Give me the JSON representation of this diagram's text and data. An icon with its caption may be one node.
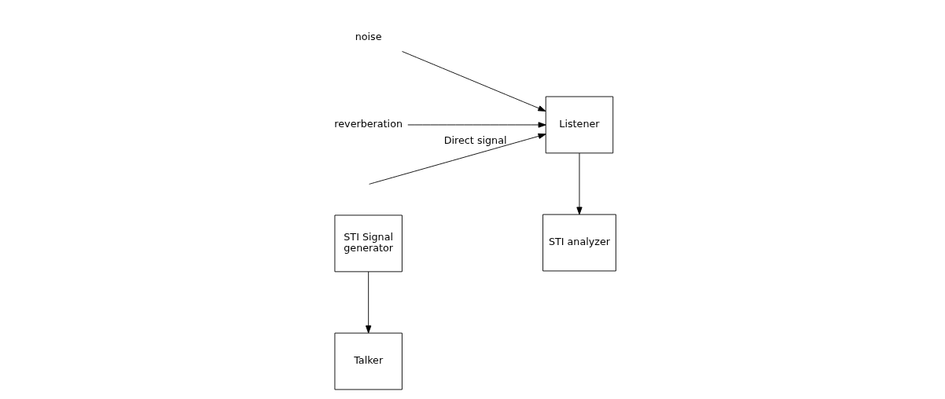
{
  "diagram": {
    "nodes": [
      {
        "text": [
          "Talker"
        ]
      },
      {
        "text": [
          "STI Signal generator"
        ]
      },
      {
        "text": [
          "Listener"
        ]
      },
      {
        "text": [
          "STI analyzer"
        ]
      },
      {
        "text": [
          "noise"
        ]
      },
      {
        "text": [
          "reverberation"
        ]
      }
    ],
    "edges": [
      {
        "from": 1,
        "to": 0,
        "arrow": "to"
      },
      {
        "from": null,
        "to": 2,
        "arrow": "to",
        "label": "Direct signal"
      },
      {
        "from": 4,
        "to": 2,
        "arrow": "to"
      },
      {
        "from": 5,
        "to": 2,
        "arrow": "to"
      },
      {
        "from": 2,
        "to": 3,
        "arrow": "to"
      }
    ]
  }
}
